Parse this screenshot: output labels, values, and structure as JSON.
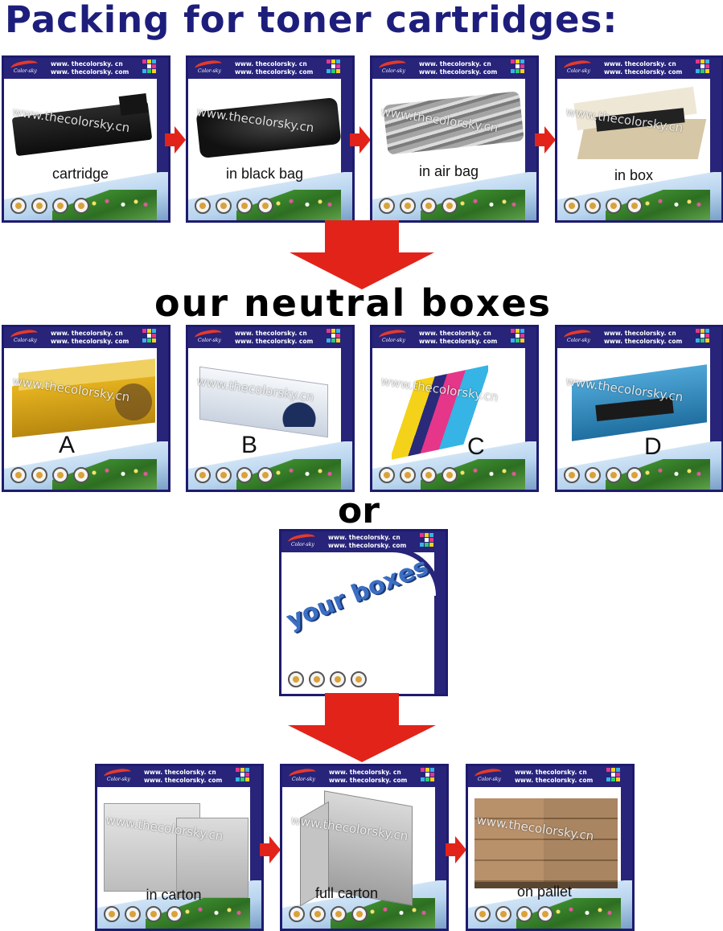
{
  "title": "Packing for toner cartridges:",
  "section_neutral": "our neutral boxes",
  "section_or": "or",
  "card_url_line1": "www. thecolorsky. cn",
  "card_url_line2": "www. thecolorsky. com",
  "card_logo": "Color-sky",
  "watermark": "www.thecolorsky.cn",
  "steps_row1": [
    {
      "caption": "cartridge"
    },
    {
      "caption": "in black bag"
    },
    {
      "caption": "in air bag"
    },
    {
      "caption": "in box"
    }
  ],
  "neutral_boxes": [
    {
      "letter": "A"
    },
    {
      "letter": "B"
    },
    {
      "letter": "C"
    },
    {
      "letter": "D"
    }
  ],
  "your_boxes": "your boxes",
  "steps_row3": [
    {
      "caption": "in carton"
    },
    {
      "caption": "full carton"
    },
    {
      "caption": "on pallet"
    }
  ],
  "colors": {
    "title": "#1d1e7c",
    "frame": "#27247a",
    "arrow": "#e2231a"
  }
}
